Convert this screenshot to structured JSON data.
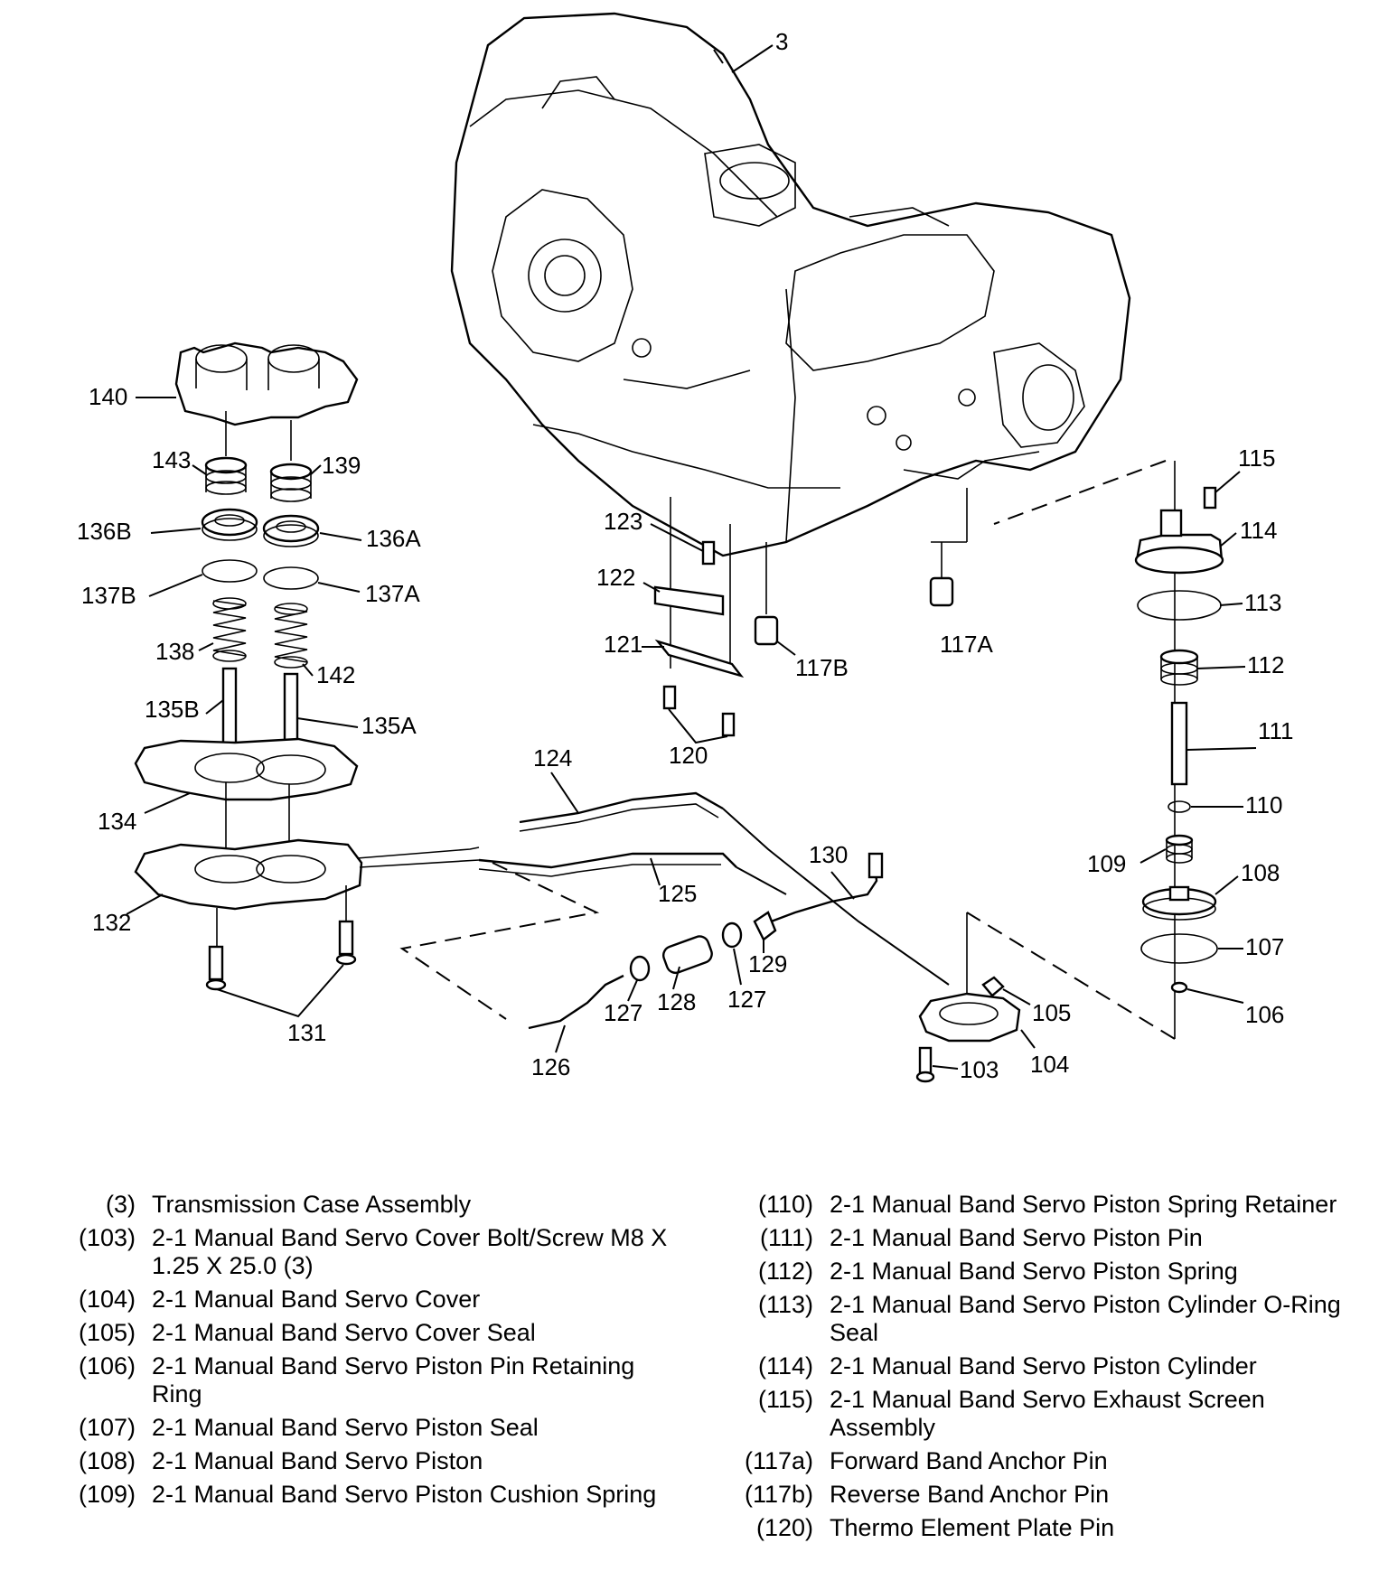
{
  "callouts": {
    "c3": "3",
    "c115": "115",
    "c114": "114",
    "c113": "113",
    "c112": "112",
    "c111": "111",
    "c110": "110",
    "c109": "109",
    "c108": "108",
    "c107": "107",
    "c106": "106",
    "c105": "105",
    "c104": "104",
    "c103": "103",
    "c140": "140",
    "c143": "143",
    "c139": "139",
    "c136B": "136B",
    "c136A": "136A",
    "c137B": "137B",
    "c137A": "137A",
    "c138": "138",
    "c142": "142",
    "c135B": "135B",
    "c135A": "135A",
    "c134": "134",
    "c132": "132",
    "c131": "131",
    "c123": "123",
    "c122": "122",
    "c121": "121",
    "c120": "120",
    "c117B": "117B",
    "c117A": "117A",
    "c124": "124",
    "c125": "125",
    "c126": "126",
    "c127a": "127",
    "c127b": "127",
    "c128": "128",
    "c129": "129",
    "c130": "130"
  },
  "legend_left": [
    {
      "num": "(3)",
      "text": "Transmission Case Assembly"
    },
    {
      "num": "(103)",
      "text": "2-1 Manual Band Servo Cover Bolt/Screw M8 X 1.25 X 25.0 (3)"
    },
    {
      "num": "(104)",
      "text": "2-1 Manual Band Servo Cover"
    },
    {
      "num": "(105)",
      "text": "2-1 Manual Band Servo Cover Seal"
    },
    {
      "num": "(106)",
      "text": "2-1 Manual Band Servo Piston Pin Retaining Ring"
    },
    {
      "num": "(107)",
      "text": "2-1 Manual Band Servo Piston Seal"
    },
    {
      "num": "(108)",
      "text": "2-1 Manual Band Servo Piston"
    },
    {
      "num": "(109)",
      "text": "2-1 Manual Band Servo Piston Cushion Spring"
    }
  ],
  "legend_right": [
    {
      "num": "(110)",
      "text": "2-1 Manual Band Servo Piston Spring Retainer"
    },
    {
      "num": "(111)",
      "text": "2-1 Manual Band Servo Piston Pin"
    },
    {
      "num": "(112)",
      "text": "2-1 Manual Band Servo Piston Spring"
    },
    {
      "num": "(113)",
      "text": "2-1 Manual Band Servo Piston Cylinder O-Ring Seal"
    },
    {
      "num": "(114)",
      "text": "2-1 Manual Band Servo Piston Cylinder"
    },
    {
      "num": "(115)",
      "text": "2-1 Manual Band Servo Exhaust Screen Assembly"
    },
    {
      "num": "(117a)",
      "text": "Forward Band Anchor Pin"
    },
    {
      "num": "(117b)",
      "text": "Reverse Band Anchor Pin"
    },
    {
      "num": "(120)",
      "text": "Thermo Element Plate Pin"
    }
  ]
}
